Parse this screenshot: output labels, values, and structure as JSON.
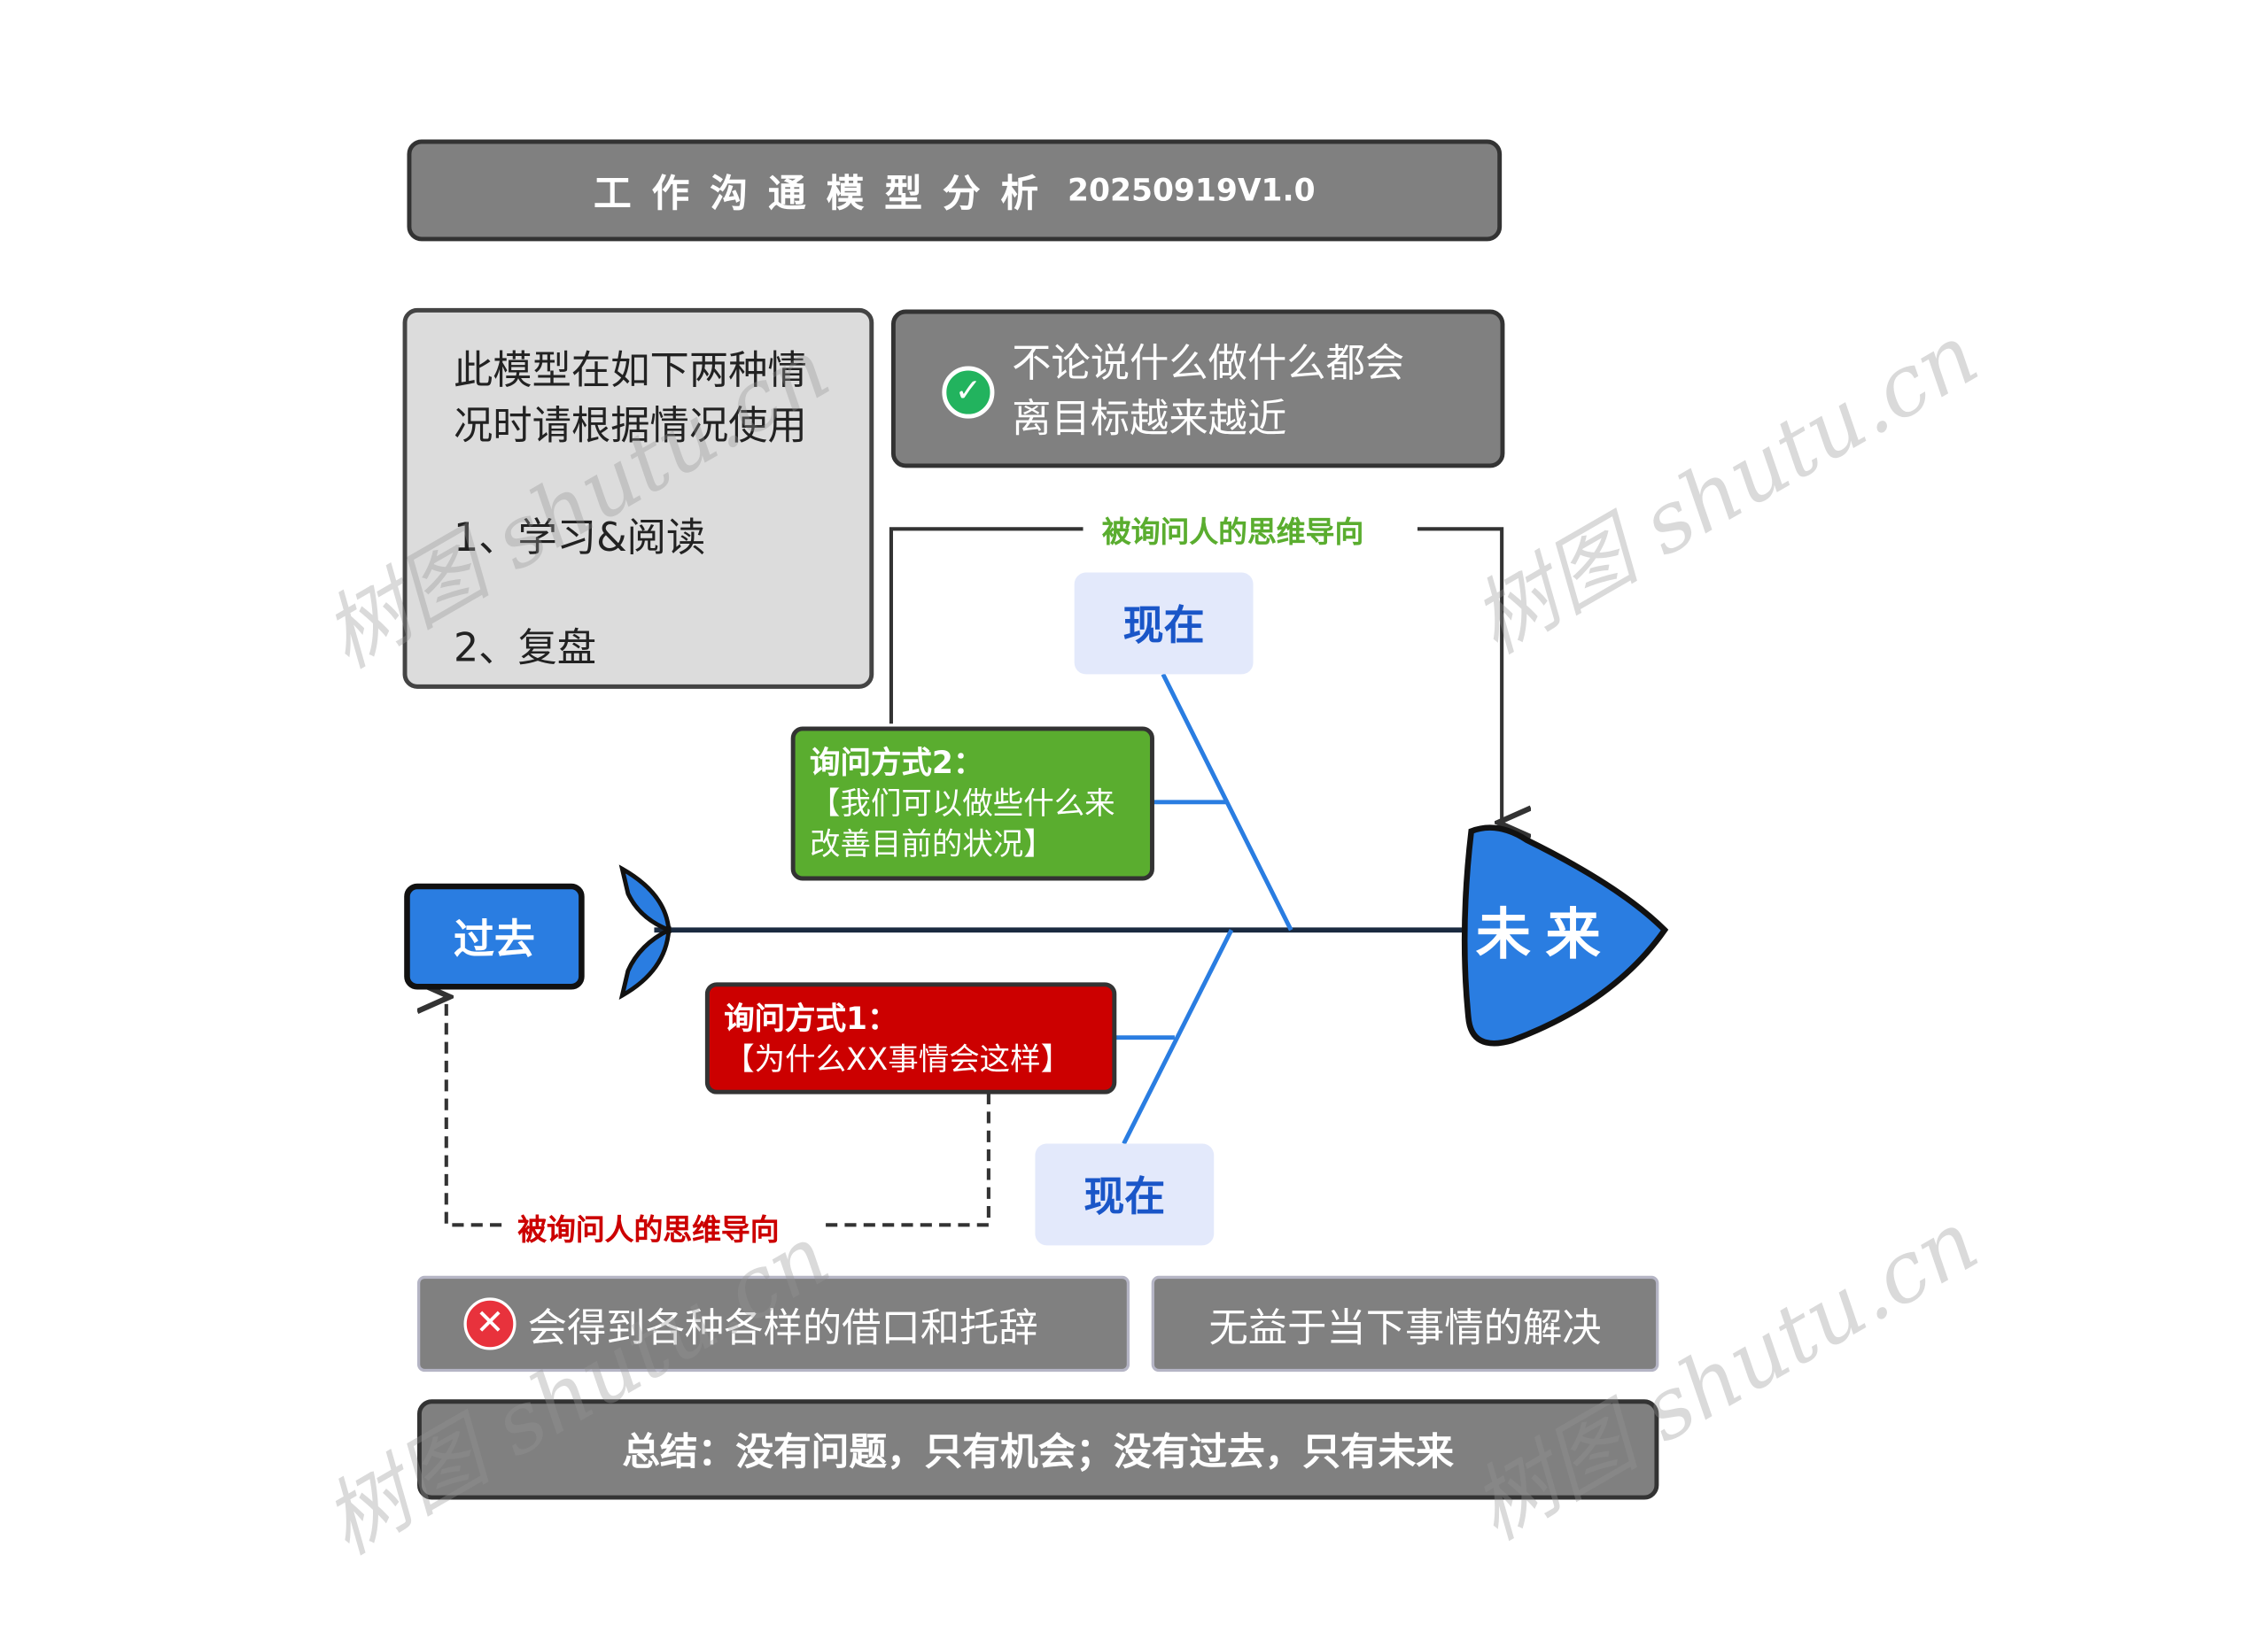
{
  "title": {
    "main": "工作沟通模型分析",
    "version": "20250919V1.0"
  },
  "usage_note": {
    "lines": [
      "此模型在如下两种情",
      "况时请根据情况使用"
    ],
    "items": [
      "1、学习&阅读",
      "2、复盘"
    ]
  },
  "goal_note": {
    "icon": "check-circle-icon",
    "lines": [
      "不论说什么做什么都会",
      "离目标越来越近"
    ]
  },
  "top_direction_label": "被询问人的思维导向",
  "bottom_direction_label": "被询问人的思维导向",
  "now_top": "现在",
  "now_bottom": "现在",
  "method2": {
    "title": "询问方式2：",
    "lines": [
      "【我们可以做些什么来",
      "改善目前的状况】"
    ]
  },
  "method1": {
    "title": "询问方式1：",
    "lines": [
      "【为什么XX事情会这样】"
    ]
  },
  "past": "过去",
  "future": "未来",
  "consequence": {
    "icon": "x-circle-icon",
    "text": "会得到各种各样的借口和托辞"
  },
  "consequence2": "无益于当下事情的解决",
  "summary": "总结：没有问题，只有机会；没有过去，只有未来",
  "watermark": "树图 shutu.cn",
  "colors": {
    "gray": "#808080",
    "green": "#5aad2f",
    "red": "#cc0000",
    "blue": "#2a7de1",
    "now_bg": "#e3e9fb"
  }
}
